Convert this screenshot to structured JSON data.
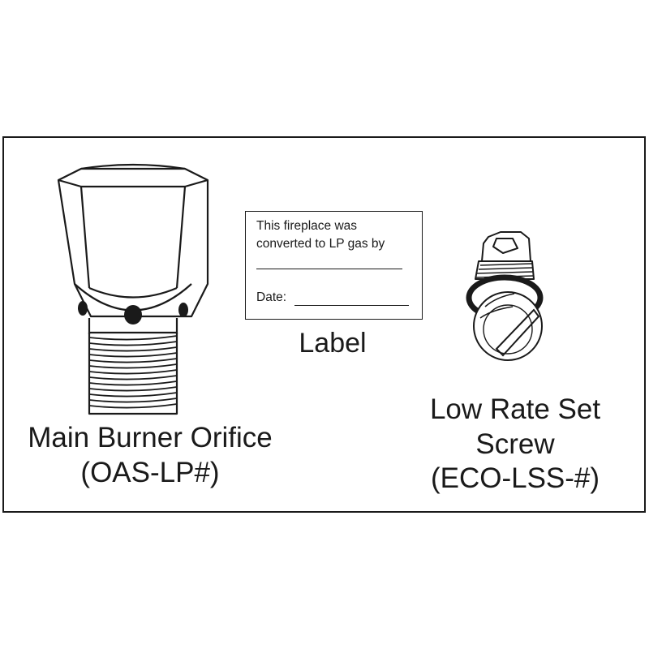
{
  "label_card": {
    "line1": "This fireplace was",
    "line2": "converted to LP gas by",
    "date_label": "Date:"
  },
  "captions": {
    "orifice_line1": "Main Burner Orifice",
    "orifice_line2": "(OAS-LP#)",
    "label": "Label",
    "screw_line1": "Low Rate Set",
    "screw_line2": "Screw",
    "screw_line3": "(ECO-LSS-#)"
  }
}
